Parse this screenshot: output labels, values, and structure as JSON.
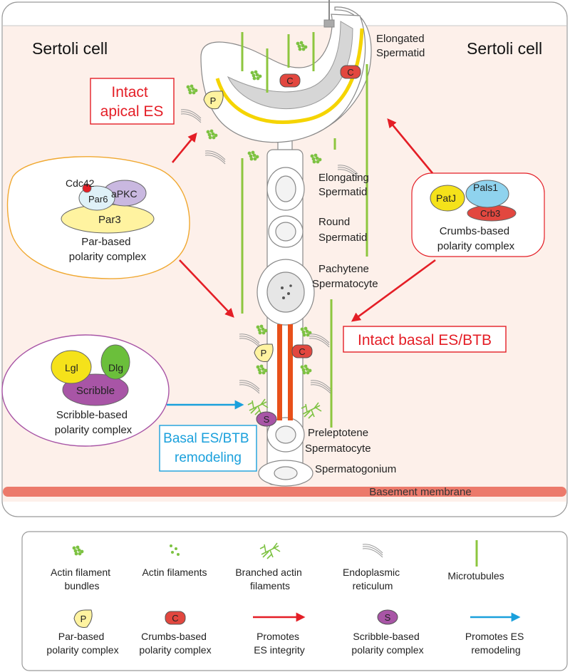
{
  "cells": {
    "left": "Sertoli cell",
    "right": "Sertoli cell"
  },
  "germ_cells": {
    "elongated": [
      "Elongated",
      "Spermatid"
    ],
    "elongating": [
      "Elongating",
      "Spermatid"
    ],
    "round": [
      "Round",
      "Spermatid"
    ],
    "pachytene": [
      "Pachytene",
      "Spermatocyte"
    ],
    "preleptotene": [
      "Preleptotene",
      "Spermatocyte"
    ],
    "spermatogonium": "Spermatogonium"
  },
  "membrane": "Basement membrane",
  "status_boxes": {
    "apical": [
      "Intact",
      "apical ES"
    ],
    "basal": "Intact basal ES/BTB",
    "remodeling": [
      "Basal ES/BTB",
      "remodeling"
    ]
  },
  "complexes": {
    "par": {
      "proteins": [
        "Cdc42",
        "Par6",
        "aPKC",
        "Par3"
      ],
      "caption": [
        "Par-based",
        "polarity complex"
      ]
    },
    "crumbs": {
      "proteins": [
        "PatJ",
        "Pals1",
        "Crb3"
      ],
      "caption": [
        "Crumbs-based",
        "polarity complex"
      ]
    },
    "scribble": {
      "proteins": [
        "Lgl",
        "Dlg",
        "Scribble"
      ],
      "caption": [
        "Scribble-based",
        "polarity complex"
      ]
    }
  },
  "markers": {
    "par": "P",
    "crumbs": "C",
    "scribble": "S"
  },
  "legend": {
    "actin_bundles": [
      "Actin filament",
      "bundles"
    ],
    "actin_filaments": "Actin filaments",
    "branched_actin": [
      "Branched actin",
      "filaments"
    ],
    "er": [
      "Endoplasmic",
      "reticulum"
    ],
    "microtubules": "Microtubules",
    "par": [
      "Par-based",
      "polarity complex"
    ],
    "crumbs": [
      "Crumbs-based",
      "polarity complex"
    ],
    "integrity": [
      "Promotes",
      "ES integrity"
    ],
    "scribble": [
      "Scribble-based",
      "polarity complex"
    ],
    "remodeling": [
      "Promotes ES",
      "remodeling"
    ]
  },
  "colors": {
    "cytoplasm": "#fdf0ea",
    "red_arrow": "#e41e26",
    "blue_arrow": "#1aa0dc",
    "microtubule": "#8dc63f",
    "actin": "#7dc242",
    "par_marker": "#fff3a0",
    "crumbs_marker": "#e2473f",
    "scribble_marker": "#a855a6",
    "membrane": "#ec7a6b"
  }
}
